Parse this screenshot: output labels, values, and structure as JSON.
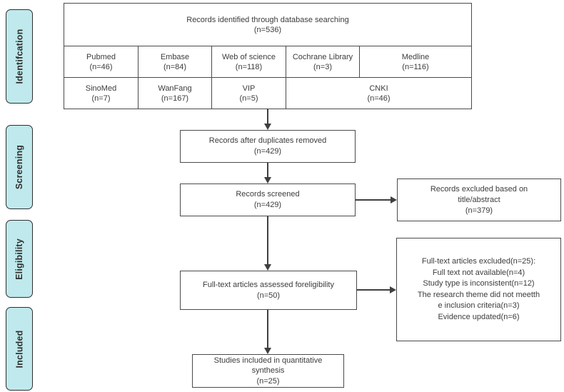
{
  "colors": {
    "stage_fill": "#bfe9ec",
    "stage_border": "#2e2e2e",
    "box_border": "#4a4a4a",
    "arrow": "#3f3f3f",
    "text": "#3c3c3c"
  },
  "stages": [
    {
      "label": "Identifcation"
    },
    {
      "label": "Screening"
    },
    {
      "label": "Eligibility"
    },
    {
      "label": "Included"
    }
  ],
  "identification_table": {
    "header": {
      "line1": "Records identified through database searching",
      "count": "(n=536)"
    },
    "row1": [
      {
        "name": "Pubmed",
        "count": "(n=46)"
      },
      {
        "name": "Embase",
        "count": "(n=84)"
      },
      {
        "name": "Web of science",
        "count": "(n=118)"
      },
      {
        "name": "Cochrane Library",
        "count": "(n=3)"
      },
      {
        "name": "Medline",
        "count": "(n=116)"
      }
    ],
    "row2": [
      {
        "name": "SinoMed",
        "count": "(n=7)"
      },
      {
        "name": "WanFang",
        "count": "(n=167)"
      },
      {
        "name": "VIP",
        "count": "(n=5)"
      },
      {
        "name": "CNKI",
        "count": "(n=46)"
      }
    ]
  },
  "flow": {
    "duplicates": {
      "line1": "Records after duplicates removed",
      "count": "(n=429)"
    },
    "screened": {
      "line1": "Records screened",
      "count": "(n=429)"
    },
    "fulltext": {
      "line1": "Full-text articles assessed foreligibility",
      "count": "(n=50)"
    },
    "included": {
      "line1": "Studies included in quantitative",
      "line2": "synthesis",
      "count": "(n=25)"
    }
  },
  "exclusions": {
    "title_abstract": {
      "line1": "Records excluded based on",
      "line2": "title/abstract",
      "count": "(n=379)"
    },
    "fulltext": {
      "lines": [
        "Full-text articles excluded(n=25):",
        "Full text not available(n=4)",
        "Study type is inconsistent(n=12)",
        "The research theme did not meetth",
        "e inclusion criteria(n=3)",
        "Evidence updated(n=6)"
      ]
    }
  }
}
